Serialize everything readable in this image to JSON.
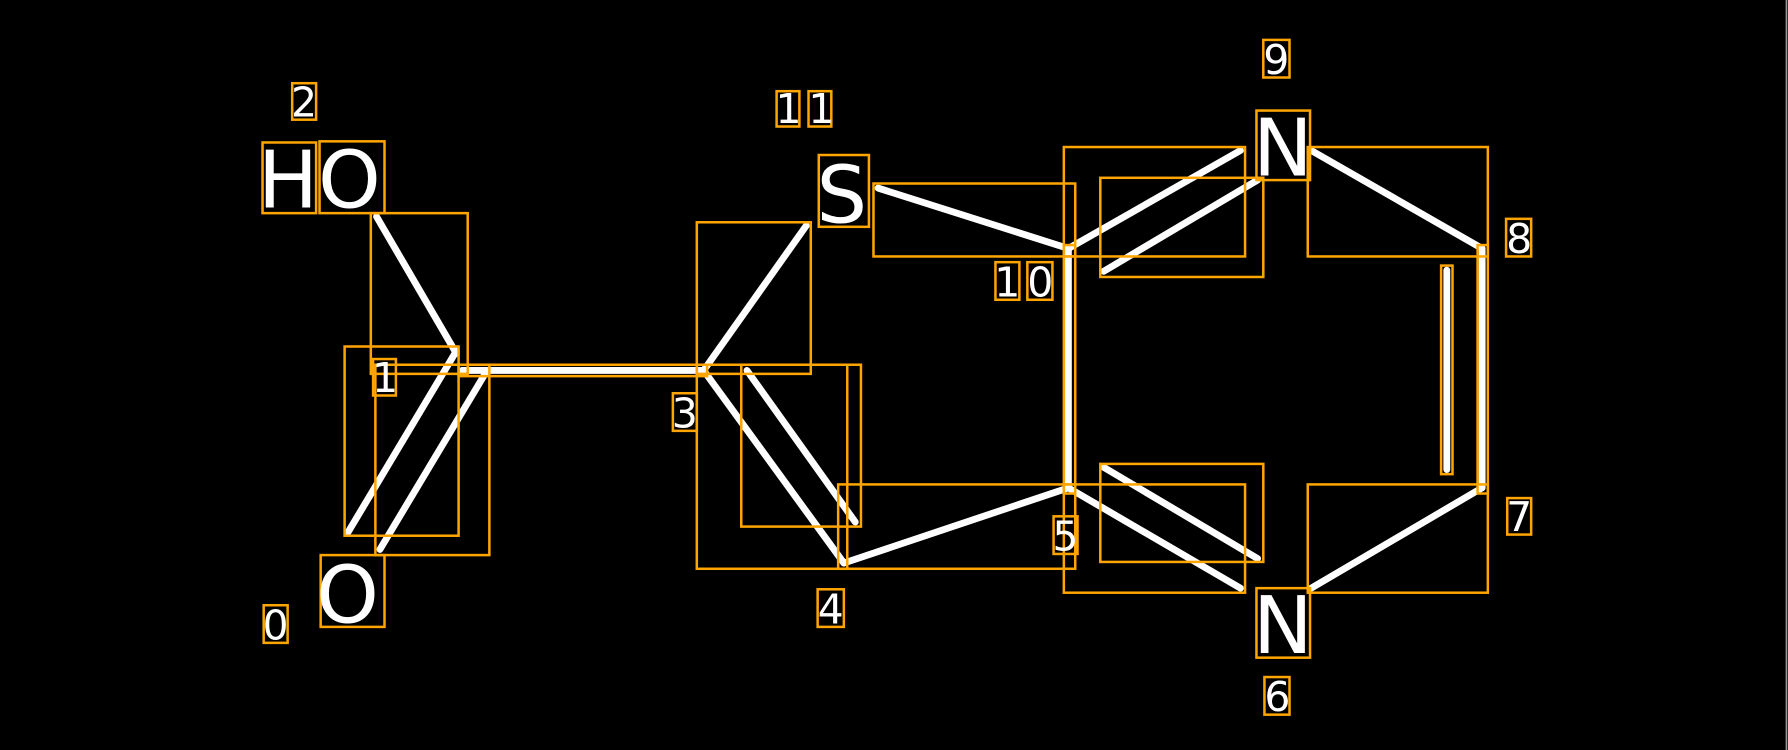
{
  "colors": {
    "background": "#000000",
    "bond": "#ffffff",
    "box": "#FFA500"
  },
  "atoms": {
    "hydroxyl": "HO",
    "carbonyl_oxygen": "O",
    "sulfur": "S",
    "nitrogen_top": "N",
    "nitrogen_bottom": "N"
  },
  "indices": {
    "i0": "0",
    "i1": "1",
    "i2": "2",
    "i3": "3",
    "i4": "4",
    "i5": "5",
    "i6": "6",
    "i7": "7",
    "i8": "8",
    "i9": "9",
    "i10": "10",
    "i11": "11"
  }
}
